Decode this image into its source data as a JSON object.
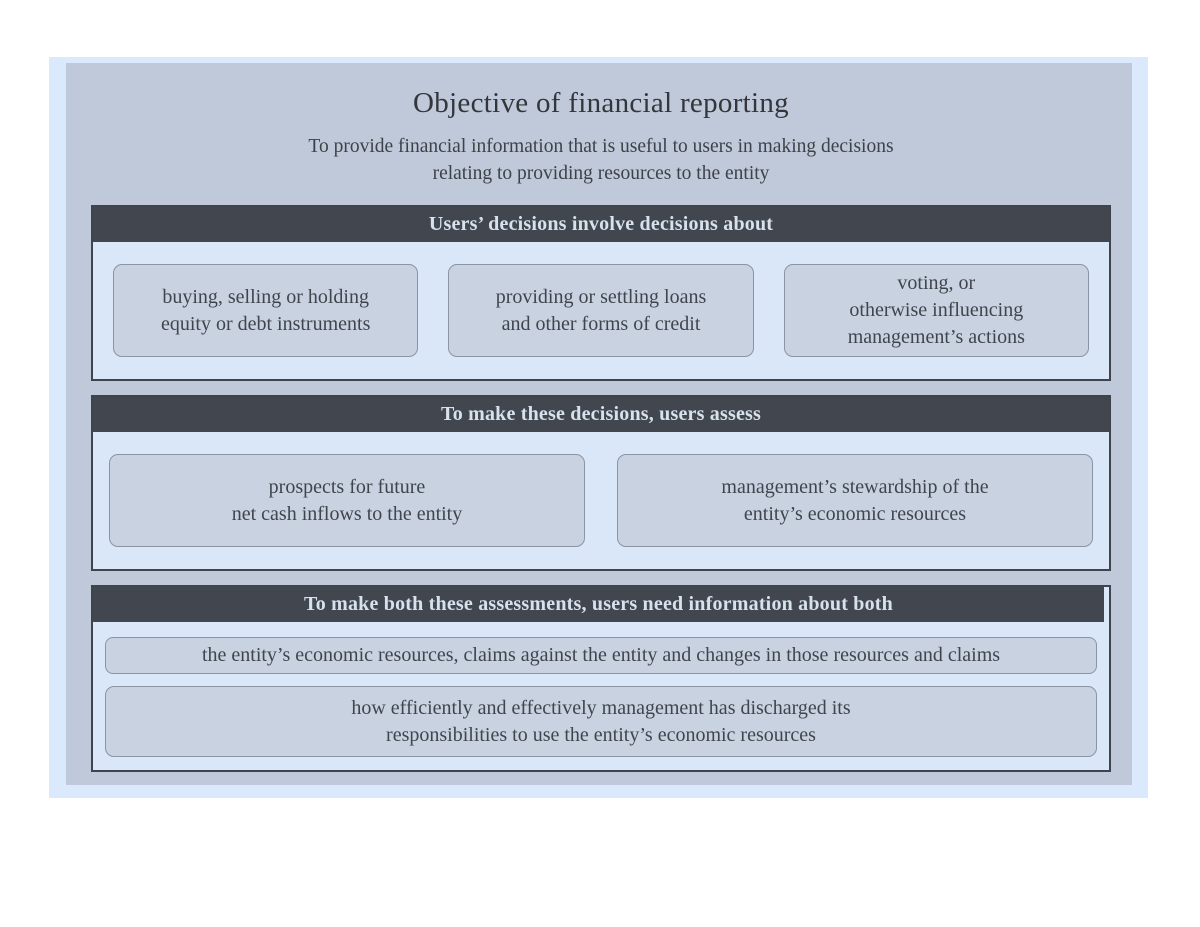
{
  "colors": {
    "page_bg": "#ffffff",
    "frame_bg": "#dbe9fc",
    "panel_bg": "#bfc9d9",
    "section_body_bg": "#dae7f9",
    "section_header_bg": "#42474f",
    "section_border": "#3f444c",
    "header_text": "#d7e2ef",
    "box_bg": "#c8d2e1",
    "box_border": "#8b94a2",
    "box_text": "#40454d",
    "title_text": "#33363b"
  },
  "diagram": {
    "title": "Objective of financial reporting",
    "subtitle": "To provide financial information that is useful to users in making decisions\nrelating to providing resources to the entity",
    "sections": [
      {
        "header": "Users’ decisions involve decisions about",
        "boxes": [
          "buying, selling or holding\nequity or debt instruments",
          "providing or settling loans\nand other forms of credit",
          "voting, or\notherwise influencing\nmanagement’s actions"
        ]
      },
      {
        "header": "To make these decisions, users assess",
        "boxes": [
          "prospects for future\nnet cash inflows to the entity",
          "management’s stewardship of the\nentity’s economic resources"
        ]
      },
      {
        "header": "To make both these assessments, users need information about both",
        "boxes": [
          "the entity’s economic resources, claims against the entity and changes in those resources and claims",
          "how efficiently and effectively management has discharged its\nresponsibilities to use the entity’s economic resources"
        ]
      }
    ]
  }
}
